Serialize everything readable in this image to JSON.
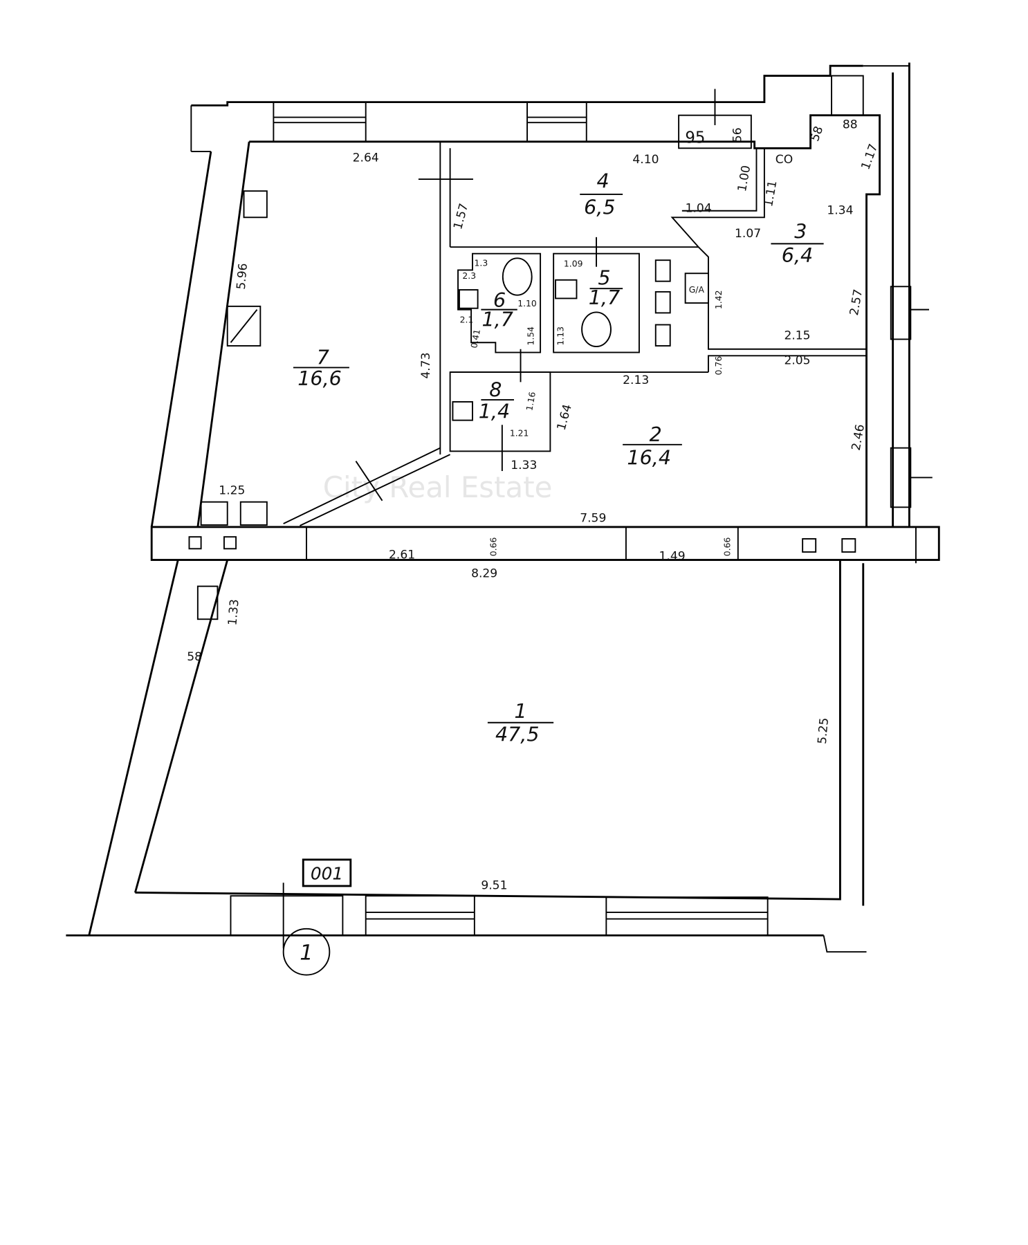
{
  "watermark": "City Real Estate",
  "rooms": [
    {
      "number": "1",
      "area": "47,5"
    },
    {
      "number": "2",
      "area": "16,4"
    },
    {
      "number": "3",
      "area": "6,4"
    },
    {
      "number": "4",
      "area": "6,5"
    },
    {
      "number": "5",
      "area": "1,7"
    },
    {
      "number": "6",
      "area": "1,7"
    },
    {
      "number": "7",
      "area": "16,6"
    },
    {
      "number": "8",
      "area": "1,4"
    }
  ],
  "dimensions": {
    "d264": "2.64",
    "d410": "4.10",
    "d95": "95",
    "d56": "56",
    "d58a": "58",
    "d88": "88",
    "co": "CO",
    "d117": "1.17",
    "d100": "1.00",
    "d111": "1.11",
    "d104": "1.04",
    "d107": "1.07",
    "d134": "1.34",
    "d157": "1.57",
    "d596": "5.96",
    "d109": "1.09",
    "d257": "2.57",
    "d215": "2.15",
    "d205": "2.05",
    "d473": "4.73",
    "d213": "2.13",
    "d076": "0.76",
    "d116": "1.16",
    "d121": "1.21",
    "d164": "1.64",
    "d133a": "1.33",
    "d246": "2.46",
    "d125": "1.25",
    "d759": "7.59",
    "d261": "2.61",
    "d066a": "0.66",
    "d829": "8.29",
    "d149": "1.49",
    "d066b": "0.66",
    "d133b": "1.33",
    "d58b": "58",
    "d525": "5.25",
    "d951": "9.51",
    "d13": "1.3",
    "d23": "2.3",
    "d110": "1.10",
    "d21": "2.1",
    "d041": "0.41",
    "d154": "1.54",
    "d113": "1.13",
    "d142": "1.42"
  },
  "unit_label": "001",
  "section_marker": "1",
  "meter_label": "G/A"
}
